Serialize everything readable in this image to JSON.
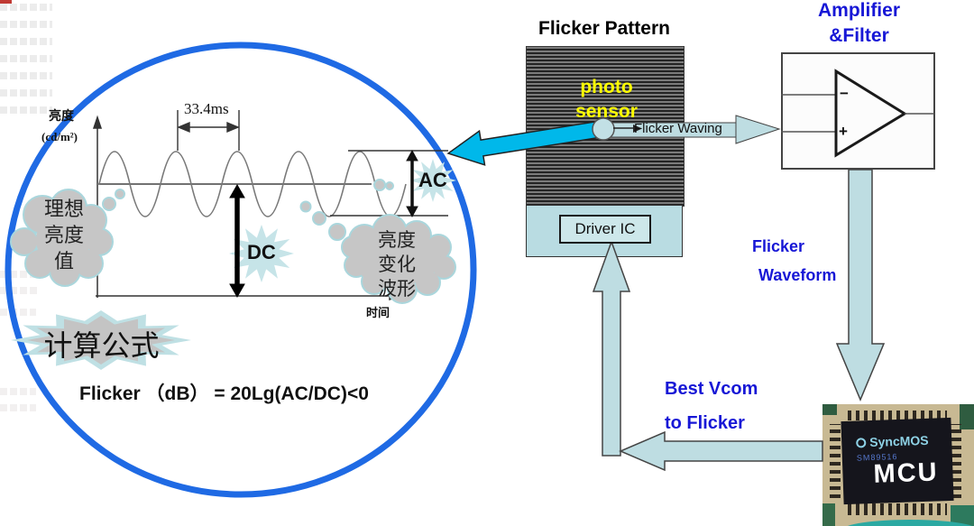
{
  "colors": {
    "circle_stroke": "#1f6ae4",
    "blue_text": "#1717d6",
    "cyan_arrow": "#00b8ea",
    "pale_arrow_fill": "#bedde2",
    "sensor_text": "#ffff00",
    "burst_fill": "#c6e4e8",
    "cloud_fill": "#c6c6c6"
  },
  "waveform_panel": {
    "y_axis_label": "亮度",
    "y_axis_unit": "(cd/m²)",
    "x_axis_label": "时间",
    "period_label": "33.4ms",
    "ac_label": "AC",
    "dc_label": "DC",
    "ideal_cloud_lines": [
      "理想",
      "亮度",
      "值"
    ],
    "wave_cloud_lines": [
      "亮度",
      "变化",
      "波形"
    ],
    "formula_title": "计算公式",
    "formula": "Flicker （dB） = 20Lg(AC/DC)<0"
  },
  "flicker_pattern": {
    "title": "Flicker Pattern",
    "sensor_label_lines": [
      "photo",
      "sensor"
    ],
    "driver_ic_label": "Driver IC",
    "waving_label": "Flicker Waving"
  },
  "amplifier": {
    "title_lines": [
      "Amplifier",
      "&Filter"
    ],
    "opamp_minus": "−",
    "opamp_plus": "+"
  },
  "flow_labels": {
    "waveform_lines": [
      "Flicker",
      "Waveform"
    ],
    "best_vcom_lines": [
      "Best Vcom",
      "to Flicker"
    ]
  },
  "mcu": {
    "brand": "SyncMOS",
    "part_number": "SM89516",
    "label": "MCU"
  }
}
